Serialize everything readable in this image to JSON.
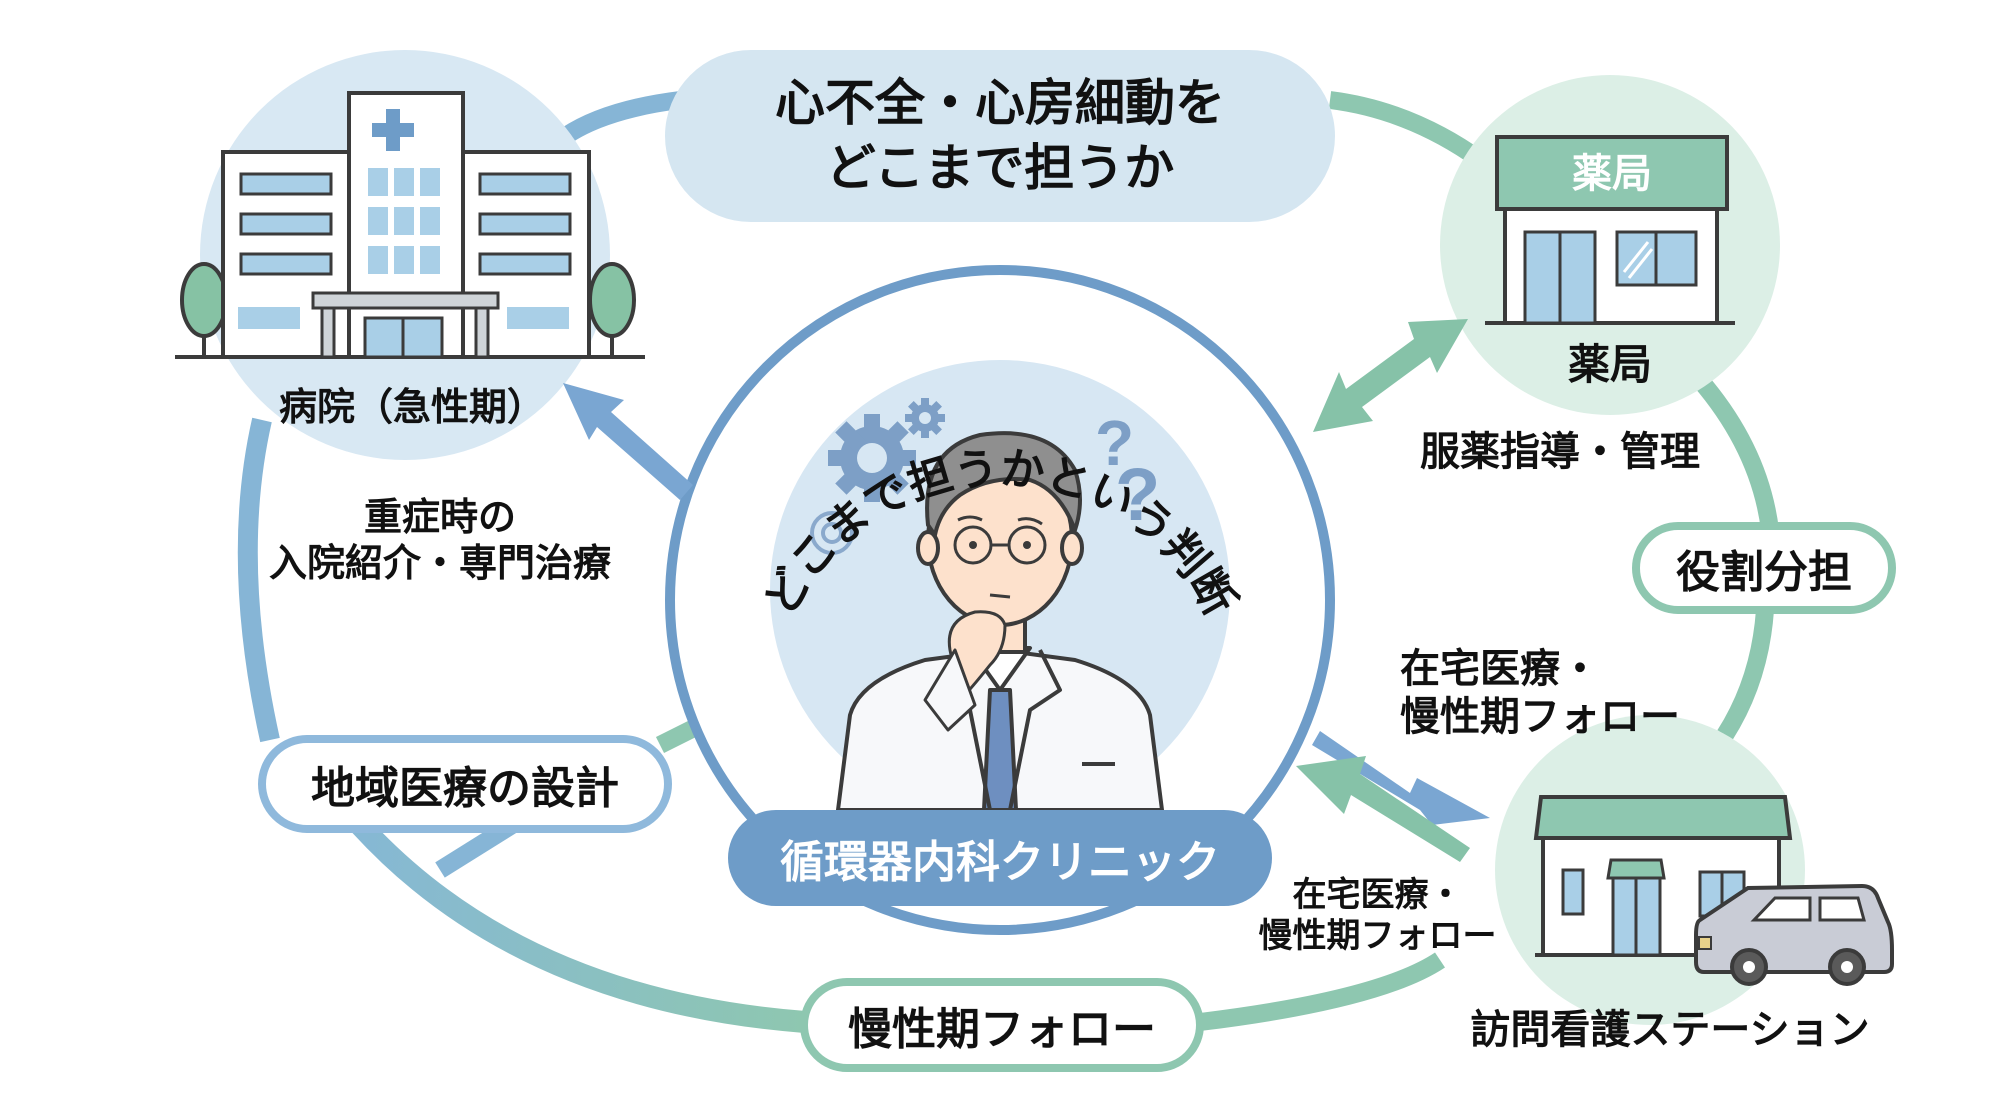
{
  "title": {
    "line1": "心不全・心房細動を",
    "line2": "どこまで担うか"
  },
  "center": {
    "arc_heading": "どこまで担うかという判断",
    "clinic_label": "循環器内科クリニック",
    "figure": "thinking-doctor",
    "decorations": [
      "gear-icon",
      "gear-icon",
      "gear-outline-icon",
      "question-mark-icon",
      "question-mark-icon"
    ]
  },
  "nodes": {
    "hospital": {
      "label": "病院（急性期）",
      "sign": "plus-cross",
      "relation": {
        "line1": "重症時の",
        "line2": "入院紹介・専門治療"
      }
    },
    "pharmacy": {
      "sign_text": "薬局",
      "label": "薬局",
      "relation": "服薬指導・管理"
    },
    "nursing_station": {
      "label": "訪問看護ステーション",
      "relation_out": {
        "line1": "在宅医療・",
        "line2": "慢性期フォロー"
      },
      "relation_in": {
        "line1": "在宅医療・",
        "line2": "慢性期フォロー"
      }
    }
  },
  "ring_labels": {
    "role_sharing": "役割分担",
    "regional_design": "地域医療の設計",
    "chronic_follow": "慢性期フォロー"
  },
  "colors": {
    "blue": "#7ba7d0",
    "blue_light": "#d5e6f1",
    "green": "#8ec7b0",
    "green_light": "#dff0e8",
    "clinic_pill": "#6e9cc8",
    "outline": "#3b3b3b"
  }
}
